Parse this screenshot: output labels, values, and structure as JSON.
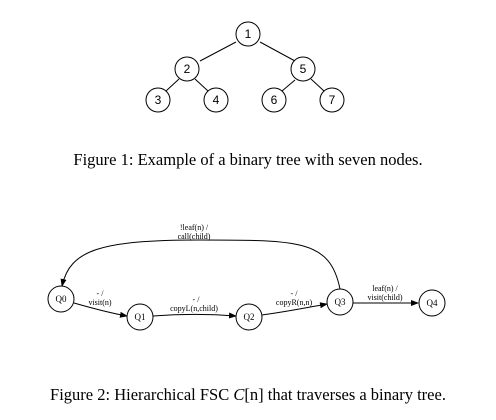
{
  "figure1": {
    "caption": "Figure 1: Example of a binary tree with seven nodes.",
    "nodes": [
      {
        "id": "n1",
        "label": "1"
      },
      {
        "id": "n2",
        "label": "2"
      },
      {
        "id": "n5",
        "label": "5"
      },
      {
        "id": "n3",
        "label": "3"
      },
      {
        "id": "n4",
        "label": "4"
      },
      {
        "id": "n6",
        "label": "6"
      },
      {
        "id": "n7",
        "label": "7"
      }
    ]
  },
  "figure2": {
    "caption_prefix": "Figure 2: Hierarchical FSC ",
    "caption_math": "C",
    "caption_math_arg": "[n]",
    "caption_suffix": " that traverses a binary tree.",
    "states": [
      {
        "id": "q0",
        "label": "Q0"
      },
      {
        "id": "q1",
        "label": "Q1"
      },
      {
        "id": "q2",
        "label": "Q2"
      },
      {
        "id": "q3",
        "label": "Q3"
      },
      {
        "id": "q4",
        "label": "Q4"
      }
    ],
    "transitions": [
      {
        "id": "t-q3-q0",
        "condition": "!leaf(n) /",
        "action": "call(child)"
      },
      {
        "id": "t-q0-q1",
        "condition": "- /",
        "action": "visit(n)"
      },
      {
        "id": "t-q1-q2",
        "condition": "- /",
        "action": "copyL(n,child)"
      },
      {
        "id": "t-q2-q3",
        "condition": "- /",
        "action": "copyR(n,n)"
      },
      {
        "id": "t-q3-q4",
        "condition": "leaf(n) /",
        "action": "visit(child)"
      }
    ]
  }
}
